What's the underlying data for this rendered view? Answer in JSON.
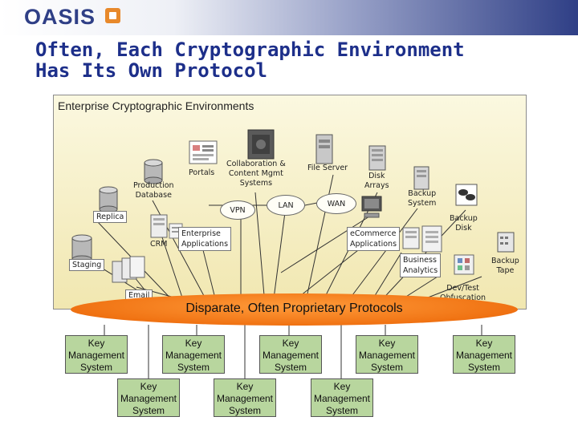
{
  "logo": {
    "text": "OASIS"
  },
  "title": {
    "line1": "Often, Each Cryptographic Environment",
    "line2": "Has Its Own Protocol"
  },
  "panel": {
    "title": "Enterprise Cryptographic Environments",
    "labels": {
      "collab": [
        "Collaboration &",
        "Content Mgmt",
        "Systems"
      ],
      "portals": "Portals",
      "file_server": "File Server",
      "disk_arrays": [
        "Disk",
        "Arrays"
      ],
      "production_db": [
        "Production",
        "Database"
      ],
      "backup_system": [
        "Backup",
        "System"
      ],
      "vpn": "VPN",
      "lan": "LAN",
      "wan": "WAN",
      "replica": "Replica",
      "backup_disk": [
        "Backup",
        "Disk"
      ],
      "enterprise_apps": [
        "Enterprise",
        "Applications"
      ],
      "ecommerce_apps": [
        "eCommerce",
        "Applications"
      ],
      "crm": "CRM",
      "business_analytics": [
        "Business",
        "Analytics"
      ],
      "backup_tape": [
        "Backup",
        "Tape"
      ],
      "staging": "Staging",
      "devtest": [
        "Dev/Test",
        "Obfuscation"
      ],
      "email": "Email"
    }
  },
  "protocols": {
    "label": "Disparate, Often Proprietary Protocols"
  },
  "key_mgmt": {
    "top_row": [
      [
        "Key",
        "Management",
        "System"
      ],
      [
        "Key",
        "Management",
        "System"
      ],
      [
        "Key",
        "Management",
        "System"
      ],
      [
        "Key",
        "Management",
        "System"
      ],
      [
        "Key",
        "Management",
        "System"
      ]
    ],
    "bottom_row": [
      [
        "Key",
        "Management",
        "System"
      ],
      [
        "Key",
        "Management",
        "System"
      ],
      [
        "Key",
        "Management",
        "System"
      ]
    ]
  }
}
